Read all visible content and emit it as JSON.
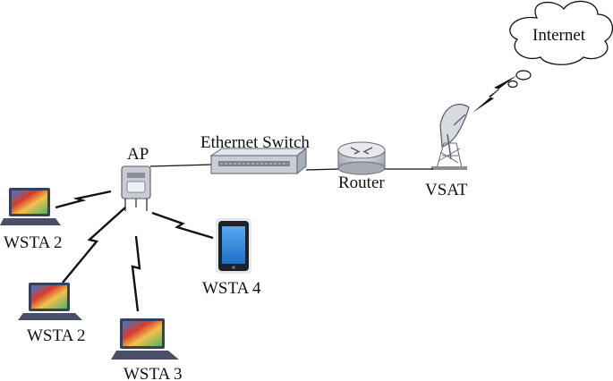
{
  "labels": {
    "internet": "Internet",
    "ap": "AP",
    "ethernet_switch": "Ethernet Switch",
    "router": "Router",
    "vsat": "VSAT",
    "wsta_laptop_1": "WSTA 2",
    "wsta_laptop_2": "WSTA 2",
    "wsta_laptop_3": "WSTA 3",
    "wsta_phone": "WSTA 4"
  },
  "colors": {
    "line": "#111111",
    "laptop_body": "#3a3f58",
    "screen_red": "#d93a2c",
    "screen_yellow": "#f2c14e",
    "screen_green": "#52b06a",
    "phone_screen": "#2b86e0",
    "router_body": "#bfc3c9",
    "switch_body": "#c9ced6"
  },
  "icons": {
    "cloud": "cloud-icon",
    "ap": "access-point-icon",
    "switch": "ethernet-switch-icon",
    "router": "router-icon",
    "vsat": "satellite-dish-icon",
    "laptop": "laptop-icon",
    "phone": "smartphone-icon"
  }
}
